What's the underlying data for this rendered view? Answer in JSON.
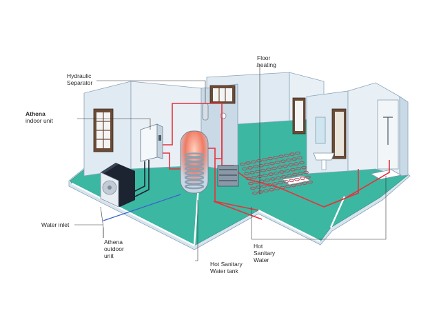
{
  "labels": {
    "floor_heating": [
      "Floor",
      "heating"
    ],
    "hydraulic_separator": [
      "Hydraulic",
      "Separator"
    ],
    "athena_indoor": [
      "Athena",
      "indoor unit"
    ],
    "water_inlet": [
      "Water inlet"
    ],
    "athena_outdoor": [
      "Athena",
      "outdoor",
      "unit"
    ],
    "hot_sanitary_water_tank": [
      "Hot Sanitary",
      "Water tank"
    ],
    "hot_sanitary_water": [
      "Hot",
      "Sanitary",
      "Water"
    ]
  },
  "colors": {
    "floor": "#3cb7a2",
    "wall": "#dfeaf2",
    "wall_shade": "#c9d9e6",
    "hot_pipe": "#e8313a",
    "cold_pipe": "#3a5fcf",
    "leader": "#333333"
  }
}
